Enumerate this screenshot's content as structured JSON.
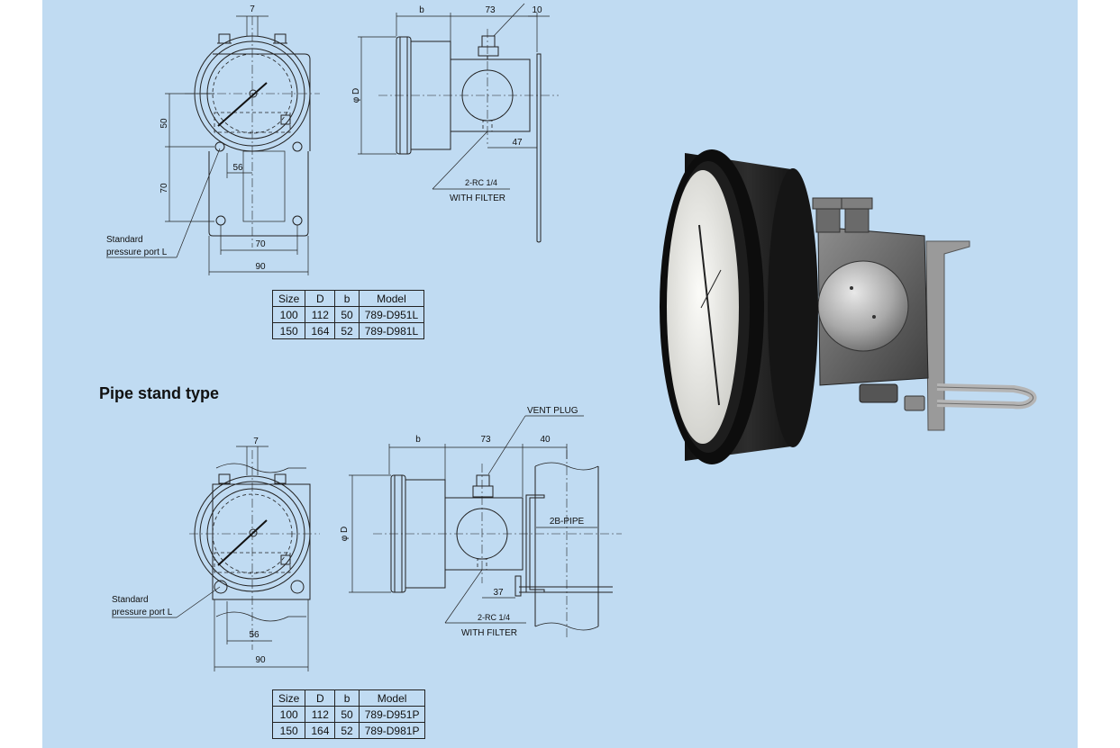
{
  "section_heading": "Pipe stand type",
  "top_drawing": {
    "front_view": {
      "dim_top": "7",
      "dim_left_upper": "50",
      "dim_left_lower": "70",
      "dim_inner": "56",
      "dim_bottom_inner": "70",
      "dim_bottom_outer": "90",
      "callout_line1": "Standard",
      "callout_line2": "pressure port L"
    },
    "side_view": {
      "dim_b": "b",
      "dim_73": "73",
      "dim_10": "10",
      "dim_diameter": "φ D",
      "dim_47": "47",
      "port_label_line1": "2-RC 1/4",
      "port_label_line2": "WITH FILTER"
    }
  },
  "bottom_drawing": {
    "front_view": {
      "dim_top": "7",
      "dim_inner": "56",
      "dim_outer": "90",
      "callout_line1": "Standard",
      "callout_line2": "pressure port L"
    },
    "side_view": {
      "vent_label": "VENT PLUG",
      "dim_b": "b",
      "dim_73": "73",
      "dim_40": "40",
      "dim_diameter": "φ D",
      "pipe_label": "2B-PIPE",
      "dim_37": "37",
      "port_label_line1": "2-RC 1/4",
      "port_label_line2": "WITH FILTER"
    }
  },
  "table_top": {
    "headers": [
      "Size",
      "D",
      "b",
      "Model"
    ],
    "rows": [
      [
        "100",
        "112",
        "50",
        "789-D951L"
      ],
      [
        "150",
        "164",
        "52",
        "789-D981L"
      ]
    ]
  },
  "table_bottom": {
    "headers": [
      "Size",
      "D",
      "b",
      "Model"
    ],
    "rows": [
      [
        "100",
        "112",
        "50",
        "789-D951P"
      ],
      [
        "150",
        "164",
        "52",
        "789-D981P"
      ]
    ]
  }
}
